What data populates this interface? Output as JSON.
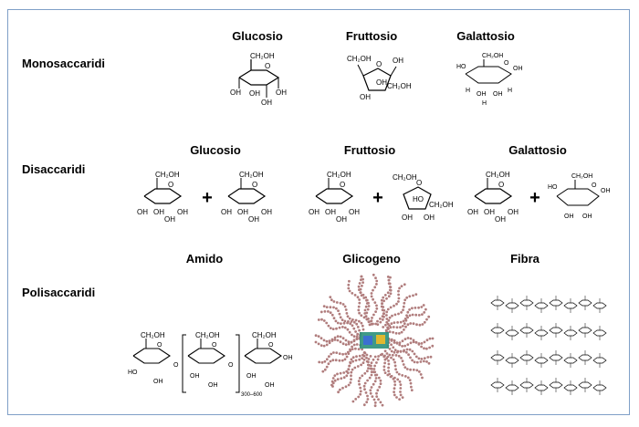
{
  "rows": {
    "mono": "Monosaccaridi",
    "di": "Disaccaridi",
    "poly": "Polisaccaridi"
  },
  "mono_cols": [
    "Glucosio",
    "Fruttosio",
    "Galattosio"
  ],
  "di_cols": [
    "Glucosio",
    "Fruttosio",
    "Galattosio"
  ],
  "poly_cols": [
    "Amido",
    "Glicogeno",
    "Fibra"
  ],
  "atoms": {
    "ch2oh": "CH₂OH",
    "oh": "OH",
    "o": "O",
    "ho": "HO",
    "h": "H",
    "h2oh": "H₂OH",
    "plus": "+",
    "repeat": "300–600"
  },
  "colors": {
    "border": "#7f9fc7",
    "ink": "#000000",
    "glycogen": "#b07d7d",
    "core": "#2a8f7a"
  }
}
